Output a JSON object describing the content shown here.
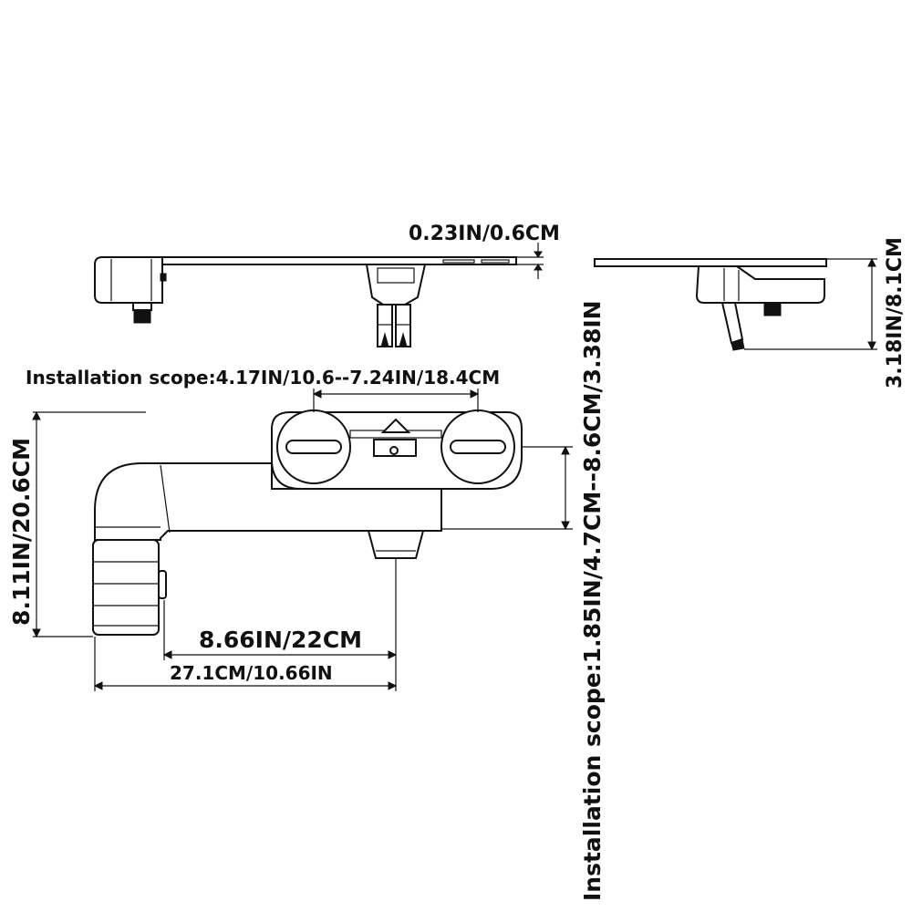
{
  "labels": {
    "thickness": "0.23IN/0.6CM",
    "side_height": "3.18IN/8.1CM",
    "install_scope_width": "Installation scope:4.17IN/10.6--7.24IN/18.4CM",
    "install_scope_depth": "Installation scope:1.85IN/4.7CM--8.6CM/3.38IN",
    "height": "8.11IN/20.6CM",
    "nozzle_distance": "8.66IN/22CM",
    "total_length": "27.1CM/10.66IN"
  },
  "colors": {
    "line": "#111111",
    "background": "#ffffff"
  }
}
